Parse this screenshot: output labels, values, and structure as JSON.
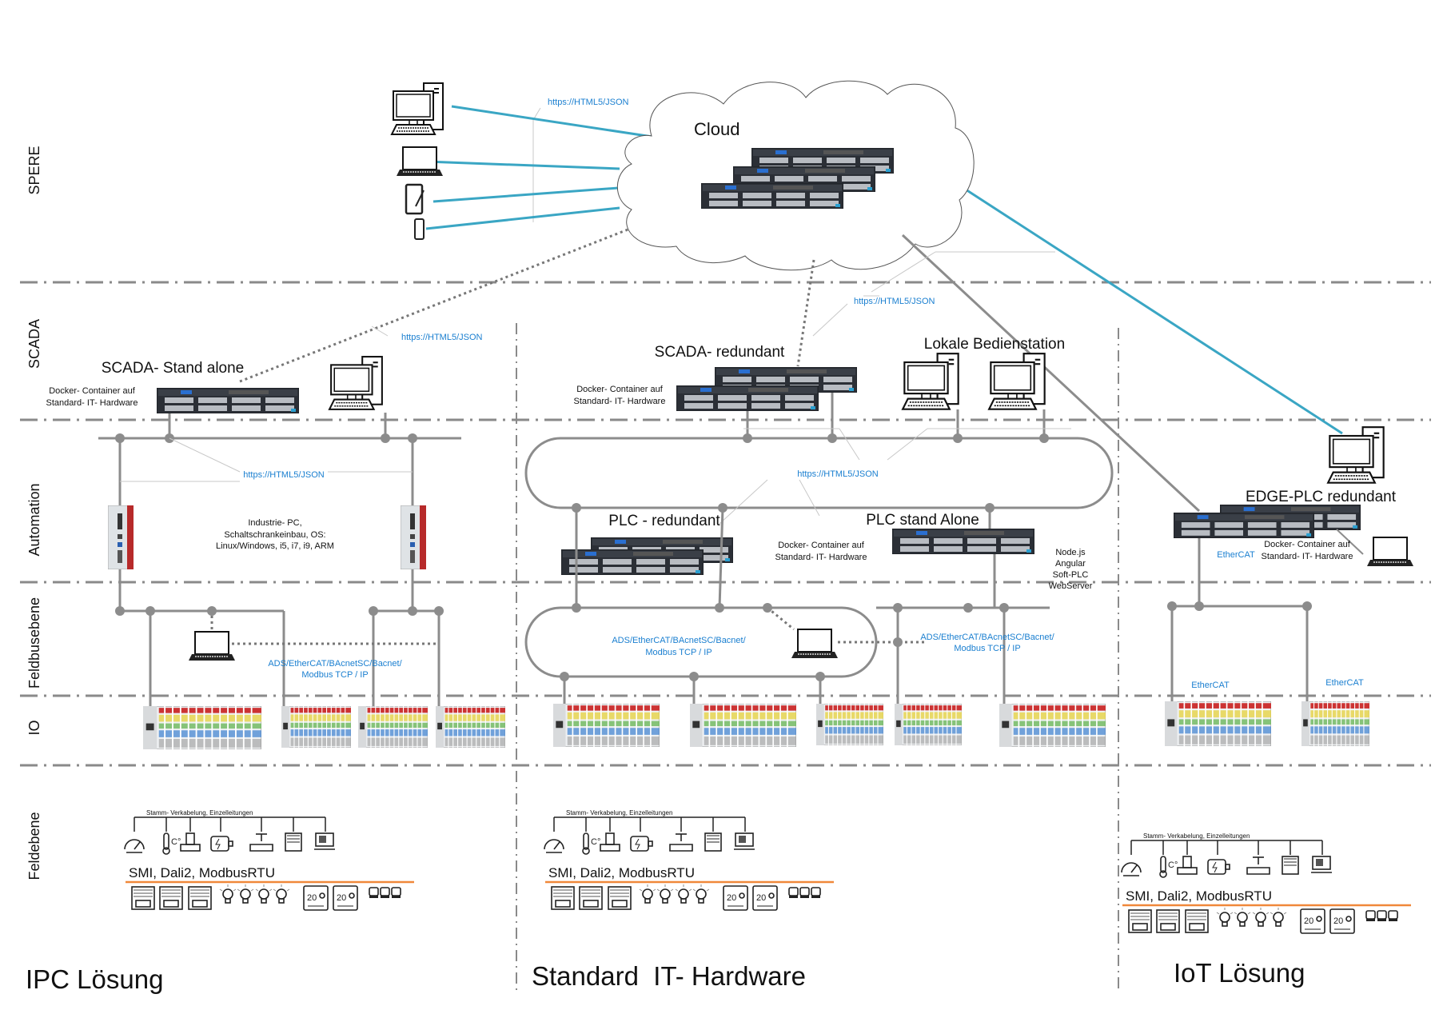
{
  "levels": [
    "SPERE",
    "SCADA",
    "Automation",
    "Feldbusebene",
    "IO",
    "Feldebene"
  ],
  "columns": [
    "IPC Lösung",
    "Standard  IT- Hardware",
    "IoT Lösung"
  ],
  "cloud": {
    "label": "Cloud"
  },
  "protocol_labels": {
    "https": "https://HTML5/JSON",
    "fieldbus_line1": "ADS/EtherCAT/BAcnetSC/Bacnet/",
    "fieldbus_line2": "Modbus TCP / IP",
    "ethercat": "EtherCAT"
  },
  "ipc": {
    "scada_title": "SCADA- Stand alone",
    "docker_line1": "Docker- Container auf",
    "docker_line2": "Standard- IT- Hardware",
    "ipc_line1": "Industrie- PC,",
    "ipc_line2": "Schaltschrankeinbau, OS:",
    "ipc_line3": "Linux/Windows, i5, i7, i9, ARM"
  },
  "standard": {
    "scada_title": "SCADA- redundant",
    "station_title": "Lokale Bedienstation",
    "plc_redundant_title": "PLC - redundant",
    "plc_standalone_title": "PLC stand Alone",
    "docker_line1": "Docker- Container auf",
    "docker_line2": "Standard- IT- Hardware",
    "stack": [
      "Node.js",
      "Angular",
      "Soft-PLC",
      "WebServer"
    ]
  },
  "iot": {
    "edge_title": "EDGE-PLC redundant",
    "docker_line1": "Docker- Container auf",
    "docker_line2": "Standard- IT- Hardware"
  },
  "field": {
    "wiring_label": "Stamm- Verkabelung, Einzelleitungen",
    "bus_label": "SMI, Dali2, ModbusRTU",
    "sensors": [
      "gauge-icon",
      "thermometer-icon",
      "pump-icon",
      "motor-icon",
      "valve-icon",
      "control-panel-icon",
      "hvac-unit-icon"
    ],
    "actuators": [
      "blind-icon",
      "blind-icon",
      "blind-icon",
      "bulb-icon",
      "bulb-icon",
      "bulb-icon",
      "bulb-icon",
      "thermostat-icon",
      "thermostat-icon",
      "valve-head-icon",
      "valve-head-icon",
      "valve-head-icon"
    ]
  },
  "colors": {
    "cloud_link": "#3aa6c4",
    "label_blue": "#1a7fd0",
    "field_bus": "#f0883a",
    "network": "#8c8c8c"
  }
}
